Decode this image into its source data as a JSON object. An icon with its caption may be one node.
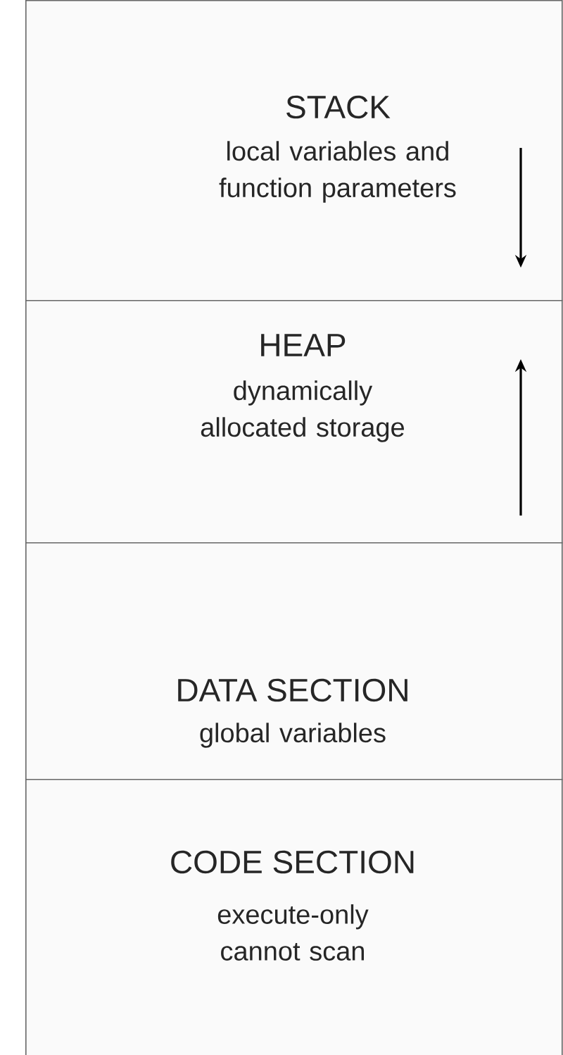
{
  "diagram": {
    "nodes": [
      {
        "text": [
          "STACK",
          "local variables and function parameters"
        ]
      },
      {
        "text": [
          "HEAP",
          "dynamically allocated storage"
        ]
      },
      {
        "text": [
          "DATA SECTION",
          "global variables"
        ]
      },
      {
        "text": [
          "CODE SECTION",
          "execute-only cannot scan"
        ]
      }
    ]
  }
}
